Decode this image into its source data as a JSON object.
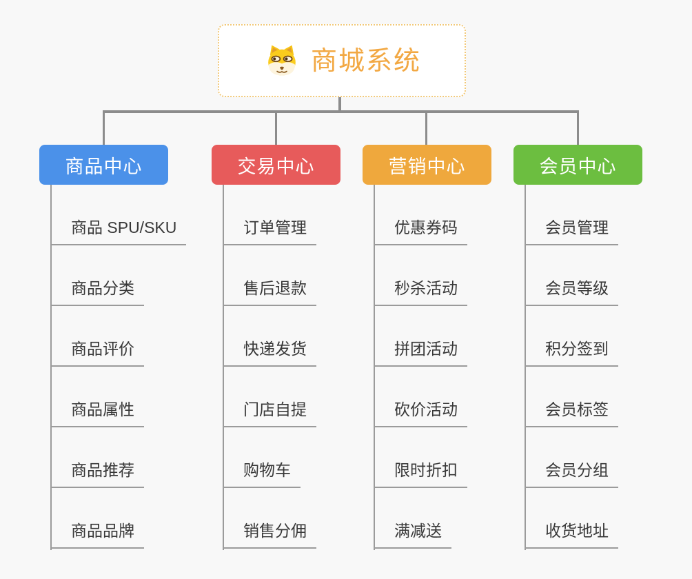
{
  "root": {
    "title": "商城系统",
    "icon": "dog-face-icon"
  },
  "branches": [
    {
      "label": "商品中心",
      "color": "#4b91e9",
      "children": [
        "商品 SPU/SKU",
        "商品分类",
        "商品评价",
        "商品属性",
        "商品推荐",
        "商品品牌"
      ]
    },
    {
      "label": "交易中心",
      "color": "#e75b5b",
      "children": [
        "订单管理",
        "售后退款",
        "快递发货",
        "门店自提",
        "购物车",
        "销售分佣"
      ]
    },
    {
      "label": "营销中心",
      "color": "#efa83d",
      "children": [
        "优惠券码",
        "秒杀活动",
        "拼团活动",
        "砍价活动",
        "限时折扣",
        "满减送"
      ]
    },
    {
      "label": "会员中心",
      "color": "#6cbe40",
      "children": [
        "会员管理",
        "会员等级",
        "积分签到",
        "会员标签",
        "会员分组",
        "收货地址"
      ]
    }
  ],
  "colors": {
    "background": "#f8f8f8",
    "connector": "#8c8c8c",
    "child_line": "#9b9b9b",
    "child_text": "#383838",
    "root_border": "#f2c979",
    "root_text": "#f2a843"
  }
}
